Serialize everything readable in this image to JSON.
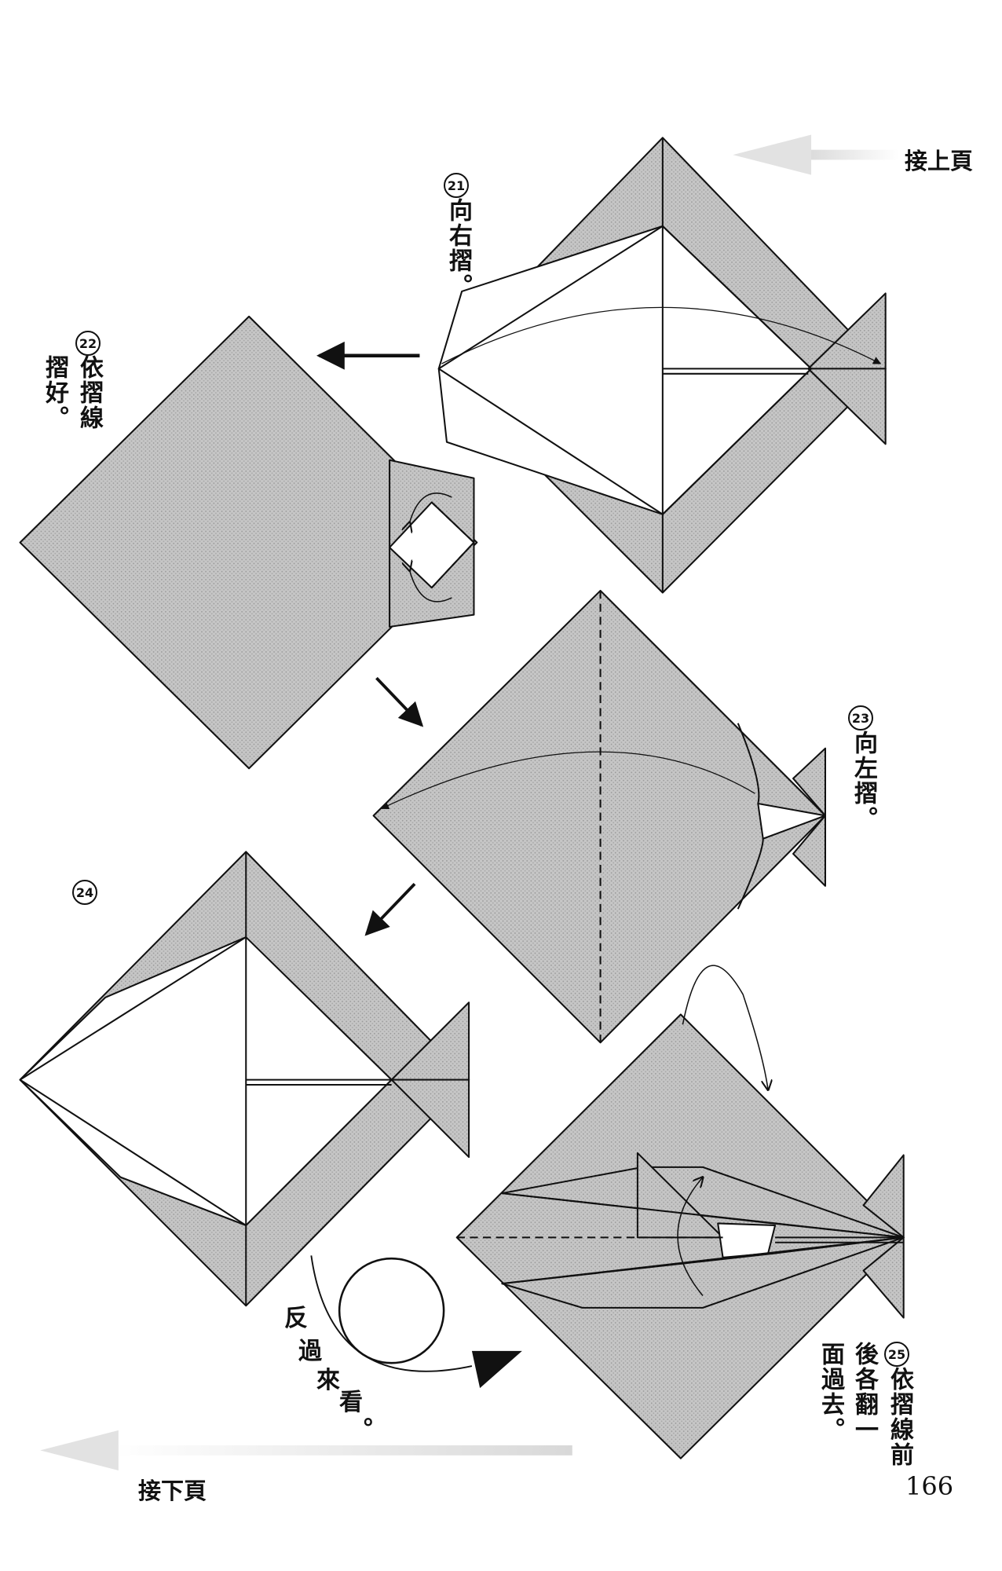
{
  "nav": {
    "prev_page_label": "接上頁",
    "next_page_label": "接下頁"
  },
  "page_number": "166",
  "steps": [
    {
      "number": "21",
      "text": "向右摺。"
    },
    {
      "number": "22",
      "text_col1": "依摺線",
      "text_col2": "摺好。"
    },
    {
      "number": "23",
      "text": "向左摺。"
    },
    {
      "number": "24"
    },
    {
      "number": "25",
      "text_col1": "依摺線前",
      "text_col2": "後各翻一",
      "text_col3": "面過去。"
    }
  ],
  "turnover": {
    "chars": [
      "反",
      "過",
      "來",
      "看",
      "。"
    ]
  },
  "colors": {
    "paper_shade": "#c4c4c4",
    "line": "#111111",
    "nav_arrow": "#e6e6e6"
  }
}
